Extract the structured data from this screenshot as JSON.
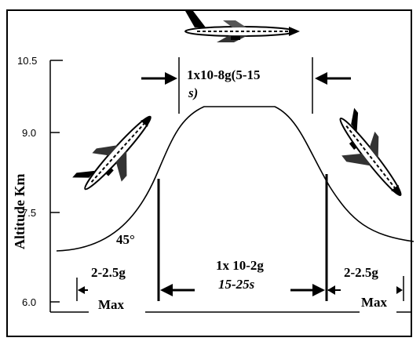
{
  "axis": {
    "label": "Altitude Km",
    "ticks": [
      "10.5",
      "9.0",
      "7.5",
      "6.0"
    ]
  },
  "labels": {
    "top_line1": "1x10-8g(5-15",
    "top_line2": "s)",
    "angle": "45°",
    "left_g": "2-2.5g",
    "left_max": "Max",
    "center_line1": "1x 10-2g",
    "center_line2": "15-25s",
    "right_g": "2-2.5g",
    "right_max": "Max"
  },
  "icons": [
    "airplane-climbing-icon",
    "airplane-level-icon",
    "airplane-descending-icon"
  ],
  "colors": {
    "line": "#000000",
    "background": "#ffffff"
  }
}
